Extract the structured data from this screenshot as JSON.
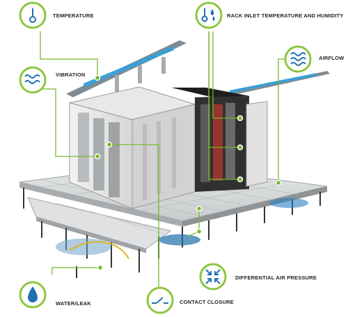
{
  "labels": {
    "temperature": "TEMPERATURE",
    "rack_inlet": "RACK INLET TEMPERATURE AND HUMIDITY",
    "vibration": "VIBRATION",
    "airflow": "AIRFLOW",
    "differential_air_pressure": "DIFFERENTIAL AIR PRESSURE",
    "water_leak": "WATER/LEAK",
    "contact_closure": "CONTACT CLOSURE"
  },
  "icons": {
    "temperature": "thermometer-icon",
    "rack_inlet": "thermometer-humidity-icon",
    "vibration": "vibration-waves-icon",
    "airflow": "airflow-waves-icon",
    "differential_air_pressure": "pressure-arrows-icon",
    "water_leak": "water-drop-icon",
    "contact_closure": "contact-switch-icon"
  },
  "colors": {
    "accent_green": "#8cc63f",
    "icon_blue": "#1f6fb2",
    "sensor_line": "#78b82a",
    "rack_white": "#e9e9e9",
    "rack_dark": "#2b2b2b",
    "floor_tile": "#d8dadb"
  }
}
